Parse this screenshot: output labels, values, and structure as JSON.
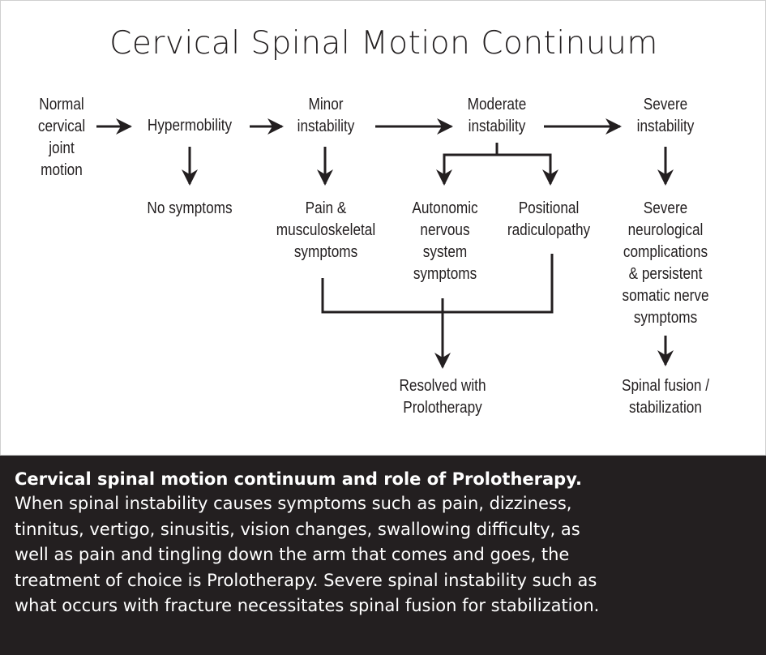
{
  "title": "Cervical Spinal Motion Continuum",
  "nodes": {
    "normal": [
      "Normal",
      "cervical",
      "joint",
      "motion"
    ],
    "hypermobility": [
      "Hypermobility"
    ],
    "minor": [
      "Minor",
      "instability"
    ],
    "moderate": [
      "Moderate",
      "instability"
    ],
    "severe": [
      "Severe",
      "instability"
    ],
    "no_symptoms": [
      "No symptoms"
    ],
    "pain": [
      "Pain &",
      "musculoskeletal",
      "symptoms"
    ],
    "autonomic": [
      "Autonomic",
      "nervous",
      "system",
      "symptoms"
    ],
    "radiculopathy": [
      "Positional",
      "radiculopathy"
    ],
    "severe_neuro": [
      "Severe",
      "neurological",
      "complications",
      "& persistent",
      "somatic nerve",
      "symptoms"
    ],
    "resolved": [
      "Resolved with",
      "Prolotherapy"
    ],
    "fusion": [
      "Spinal fusion /",
      "stabilization"
    ]
  },
  "caption": {
    "title": "Cervical spinal motion continuum and role of Prolotherapy.",
    "lines": [
      "When spinal instability causes symptoms such as pain, dizziness,",
      "tinnitus, vertigo, sinusitis, vision changes, swallowing difficulty, as",
      "well as pain and tingling down the arm that comes and goes, the",
      "treatment of choice is Prolotherapy. Severe spinal instability such as",
      "what occurs with fracture necessitates spinal fusion for stabilization."
    ]
  },
  "colors": {
    "ink": "#231f20",
    "caption_background": "#231f20",
    "caption_text": "#ffffff",
    "background": "#ffffff"
  }
}
